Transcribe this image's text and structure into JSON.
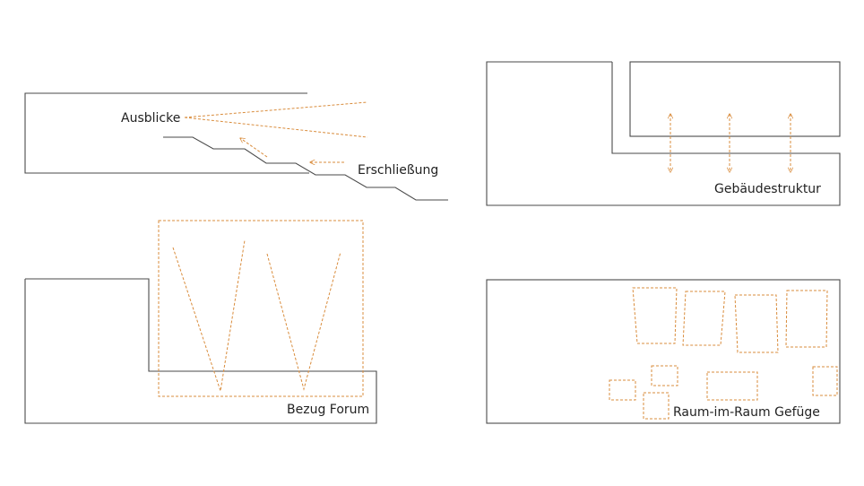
{
  "labels": {
    "ausblicke": "Ausblicke",
    "erschliessung": "Erschließung",
    "gebaeudestruktur": "Gebäudestruktur",
    "bezug_forum": "Bezug Forum",
    "raum_im_raum": "Raum-im-Raum Gefüge"
  },
  "colors": {
    "outline": "#4a4a4a",
    "accent": "#d98c3c",
    "background": "#ffffff"
  }
}
